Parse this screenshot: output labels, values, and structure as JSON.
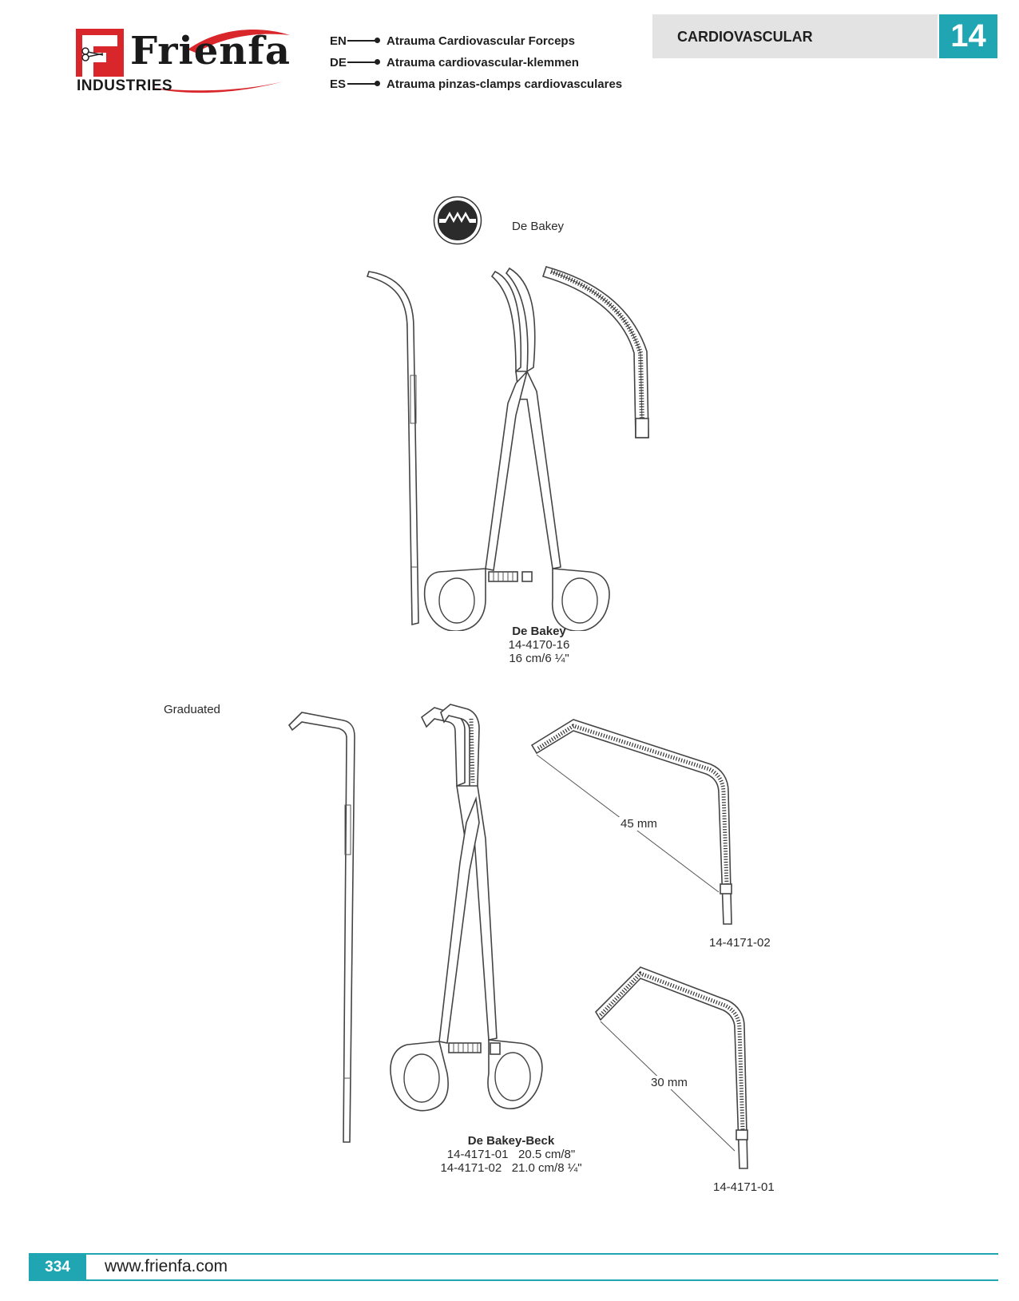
{
  "brand": {
    "name": "Frienfa",
    "sub": "INDUSTRIES"
  },
  "languages": [
    {
      "code": "EN",
      "text": "Atrauma Cardiovascular Forceps"
    },
    {
      "code": "DE",
      "text": "Atrauma cardiovascular-klemmen"
    },
    {
      "code": "ES",
      "text": "Atrauma pinzas-clamps cardiovasculares"
    }
  ],
  "category": {
    "label": "CARDIOVASCULAR",
    "number": "14"
  },
  "jaw_pattern": {
    "label": "De Bakey"
  },
  "product1": {
    "name": "De Bakey",
    "code": "14-4170-16",
    "size": "16 cm/6 ¼\""
  },
  "graduated_label": "Graduated",
  "product2": {
    "name": "De Bakey-Beck",
    "variants": [
      {
        "code": "14-4171-01",
        "size": "20.5 cm/8\""
      },
      {
        "code": "14-4171-02",
        "size": "21.0 cm/8 ¼\""
      }
    ],
    "detail1": {
      "measure": "45 mm",
      "code": "14-4171-02"
    },
    "detail2": {
      "measure": "30 mm",
      "code": "14-4171-01"
    }
  },
  "footer": {
    "page": "334",
    "url": "www.frienfa.com"
  },
  "colors": {
    "accent": "#20a6b2",
    "brand_red": "#d8262b",
    "header_gray": "#e3e3e3"
  }
}
